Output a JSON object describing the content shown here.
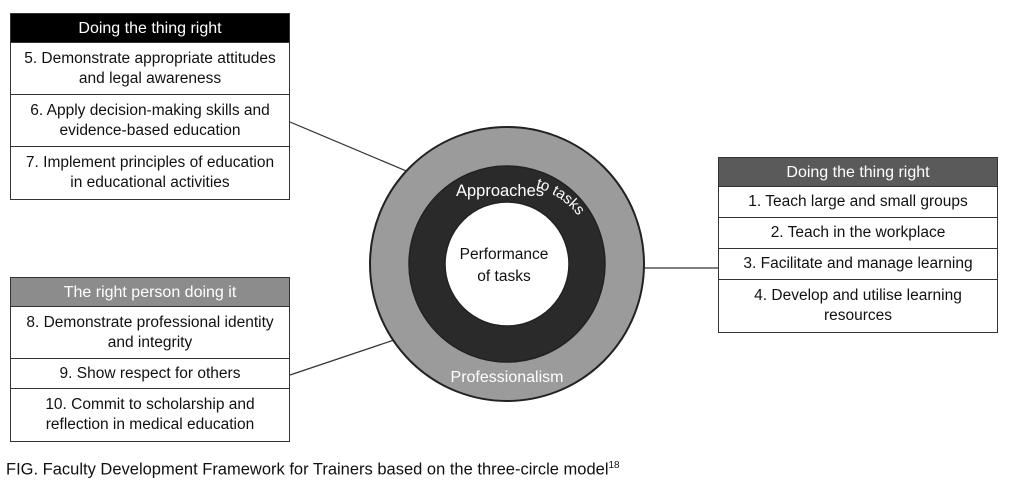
{
  "colors": {
    "outer_ring": "#9b9b9b",
    "middle_ring": "#2a2a2a",
    "inner_circle": "#ffffff",
    "header_black": "#000000",
    "header_dark_gray": "#5a5a5a",
    "header_mid_gray": "#8c8c8c",
    "connector": "#333333"
  },
  "circle": {
    "outer_label": "Professionalism",
    "middle_label": "Approaches",
    "middle_label_arc": "to tasks",
    "inner_label_line1": "Performance",
    "inner_label_line2": "of tasks"
  },
  "box_top_left": {
    "header": "Doing the thing right",
    "items": [
      [
        "5. Demonstrate appropriate attitudes",
        "and legal awareness"
      ],
      [
        "6.  Apply decision-making skills and",
        "evidence-based education"
      ],
      [
        "7. Implement principles of education",
        "in educational activities"
      ]
    ]
  },
  "box_bottom_left": {
    "header": "The right person doing it",
    "items": [
      [
        "8. Demonstrate professional identity",
        "and integrity"
      ],
      [
        "9. Show respect for others"
      ],
      [
        "10. Commit to scholarship and",
        "reflection in medical education"
      ]
    ]
  },
  "box_right": {
    "header": "Doing the thing right",
    "items": [
      [
        "1. Teach large and small groups"
      ],
      [
        "2. Teach in the workplace"
      ],
      [
        "3. Facilitate and manage learning"
      ],
      [
        "4. Develop and utilise learning",
        "resources"
      ]
    ]
  },
  "caption": {
    "text": "FIG.  Faculty Development Framework for Trainers based on the three-circle model",
    "ref": "18"
  }
}
